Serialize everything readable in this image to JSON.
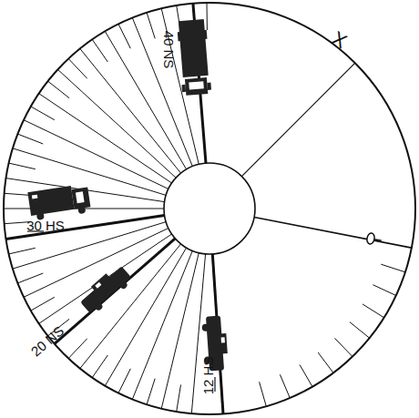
{
  "diagram": {
    "labels": [
      "40 NS",
      "30 HS",
      "20 NS",
      "12 HS",
      "X"
    ]
  }
}
